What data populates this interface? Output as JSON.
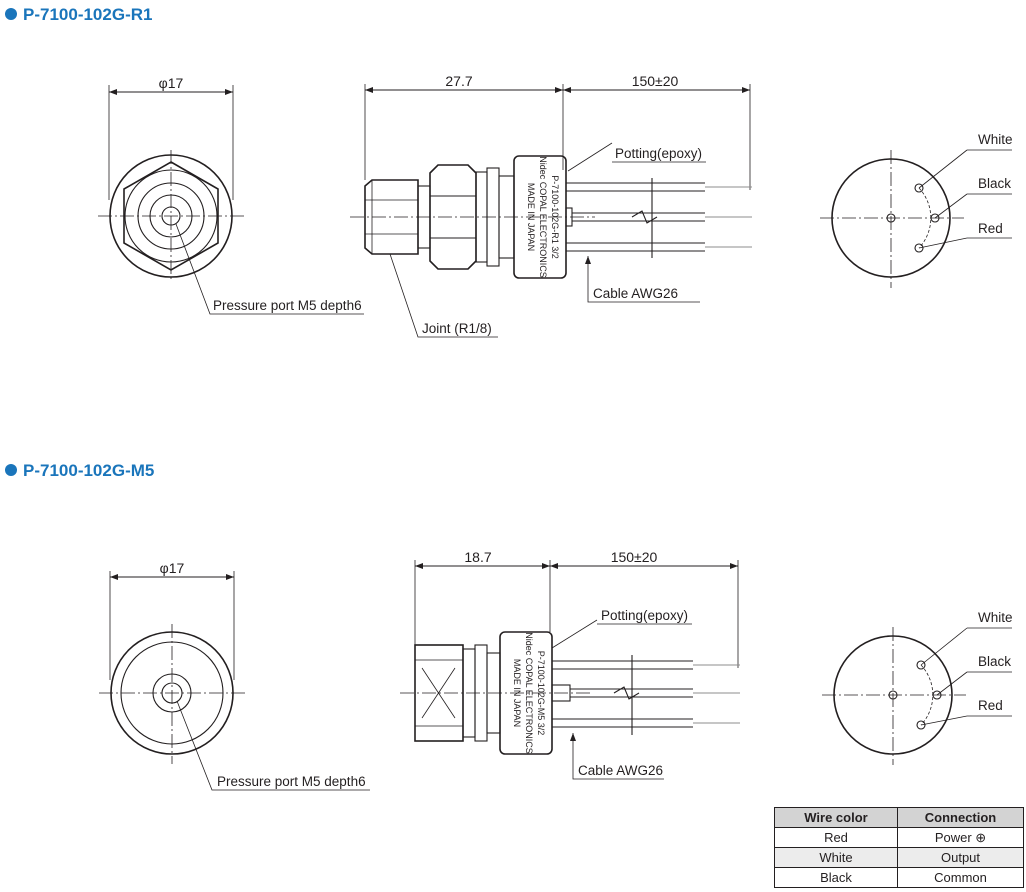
{
  "sections": [
    {
      "title": "P-7100-102G-R1",
      "diameter": "φ17",
      "length": "27.7",
      "cable_length": "150±20",
      "potting": "Potting(epoxy)",
      "cable": "Cable AWG26",
      "port": "Pressure port M5 depth6",
      "joint": "Joint (R1/8)",
      "body_marking": [
        "P-7100-102G-R1  3/2",
        "Nidec COPAL ELECTRONICS",
        "MADE IN JAPAN"
      ],
      "wires": [
        "White",
        "Black",
        "Red"
      ]
    },
    {
      "title": "P-7100-102G-M5",
      "diameter": "φ17",
      "length": "18.7",
      "cable_length": "150±20",
      "potting": "Potting(epoxy)",
      "cable": "Cable AWG26",
      "port": "Pressure port M5 depth6",
      "body_marking": [
        "P-7100-102G-M5  3/2",
        "Nidec COPAL ELECTRONICS",
        "MADE IN JAPAN"
      ],
      "wires": [
        "White",
        "Black",
        "Red"
      ]
    }
  ],
  "wire_table": {
    "headers": [
      "Wire color",
      "Connection"
    ],
    "rows": [
      [
        "Red",
        "Power ⊕"
      ],
      [
        "White",
        "Output"
      ],
      [
        "Black",
        "Common"
      ]
    ]
  }
}
